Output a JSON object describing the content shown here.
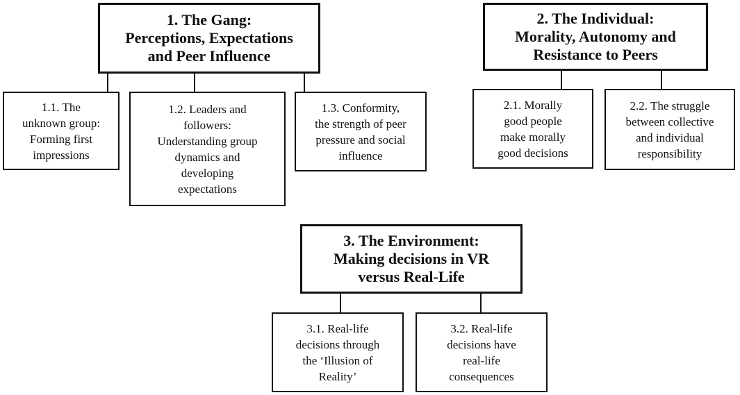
{
  "themes": [
    {
      "title": "1. The Gang:\nPerceptions, Expectations\nand Peer Influence",
      "subthemes": [
        "1.1. The\nunknown group:\nForming first\nimpressions",
        "1.2. Leaders and\nfollowers:\nUnderstanding group\ndynamics and\ndeveloping\nexpectations",
        "1.3. Conformity,\nthe strength of peer\npressure and social\ninfluence"
      ]
    },
    {
      "title": "2. The Individual:\nMorality, Autonomy and\nResistance to Peers",
      "subthemes": [
        "2.1. Morally\ngood people\nmake morally\ngood decisions",
        "2.2. The struggle\nbetween collective\nand individual\nresponsibility"
      ]
    },
    {
      "title": "3. The Environment:\nMaking decisions in VR\nversus Real-Life",
      "subthemes": [
        "3.1. Real-life\ndecisions through\nthe ‘Illusion of\nReality’",
        "3.2. Real-life\ndecisions have\nreal-life\nconsequences"
      ]
    }
  ]
}
